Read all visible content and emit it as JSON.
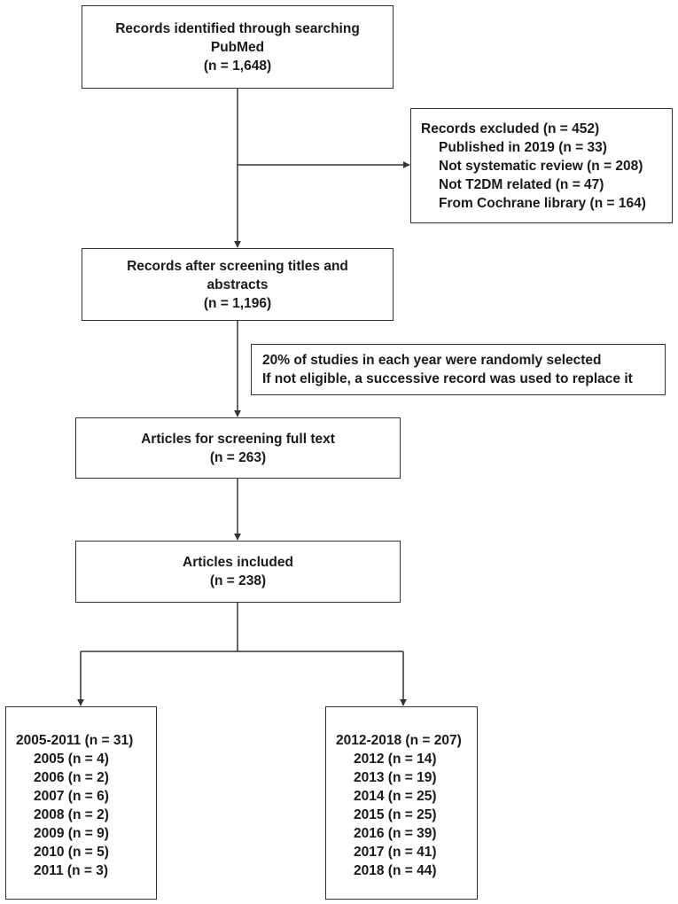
{
  "boxes": {
    "identified": {
      "lines": [
        "Records identified through searching",
        "PubMed",
        "(n = 1,648)"
      ]
    },
    "excluded": {
      "heading": "Records excluded (n = 452)",
      "items": [
        "Published in 2019 (n = 33)",
        "Not systematic review (n = 208)",
        "Not T2DM related (n = 47)",
        "From Cochrane library (n = 164)"
      ]
    },
    "screened": {
      "lines": [
        "Records after screening titles and",
        "abstracts",
        "(n = 1,196)"
      ]
    },
    "note": {
      "lines": [
        "20% of studies in each year were randomly selected",
        "If not eligible, a successive record was used to replace it"
      ]
    },
    "fulltext": {
      "lines": [
        "Articles for screening full text",
        "(n = 263)"
      ]
    },
    "included": {
      "lines": [
        "Articles included",
        "(n = 238)"
      ]
    },
    "period_early": {
      "heading": "2005-2011 (n = 31)",
      "items": [
        "2005 (n = 4)",
        "2006 (n = 2)",
        "2007 (n = 6)",
        "2008 (n = 2)",
        "2009 (n = 9)",
        "2010 (n = 5)",
        "2011 (n = 3)"
      ]
    },
    "period_late": {
      "heading": "2012-2018 (n = 207)",
      "items": [
        "2012 (n = 14)",
        "2013 (n = 19)",
        "2014 (n = 25)",
        "2015 (n = 25)",
        "2016 (n = 39)",
        "2017 (n = 41)",
        "2018 (n = 44)"
      ]
    }
  }
}
